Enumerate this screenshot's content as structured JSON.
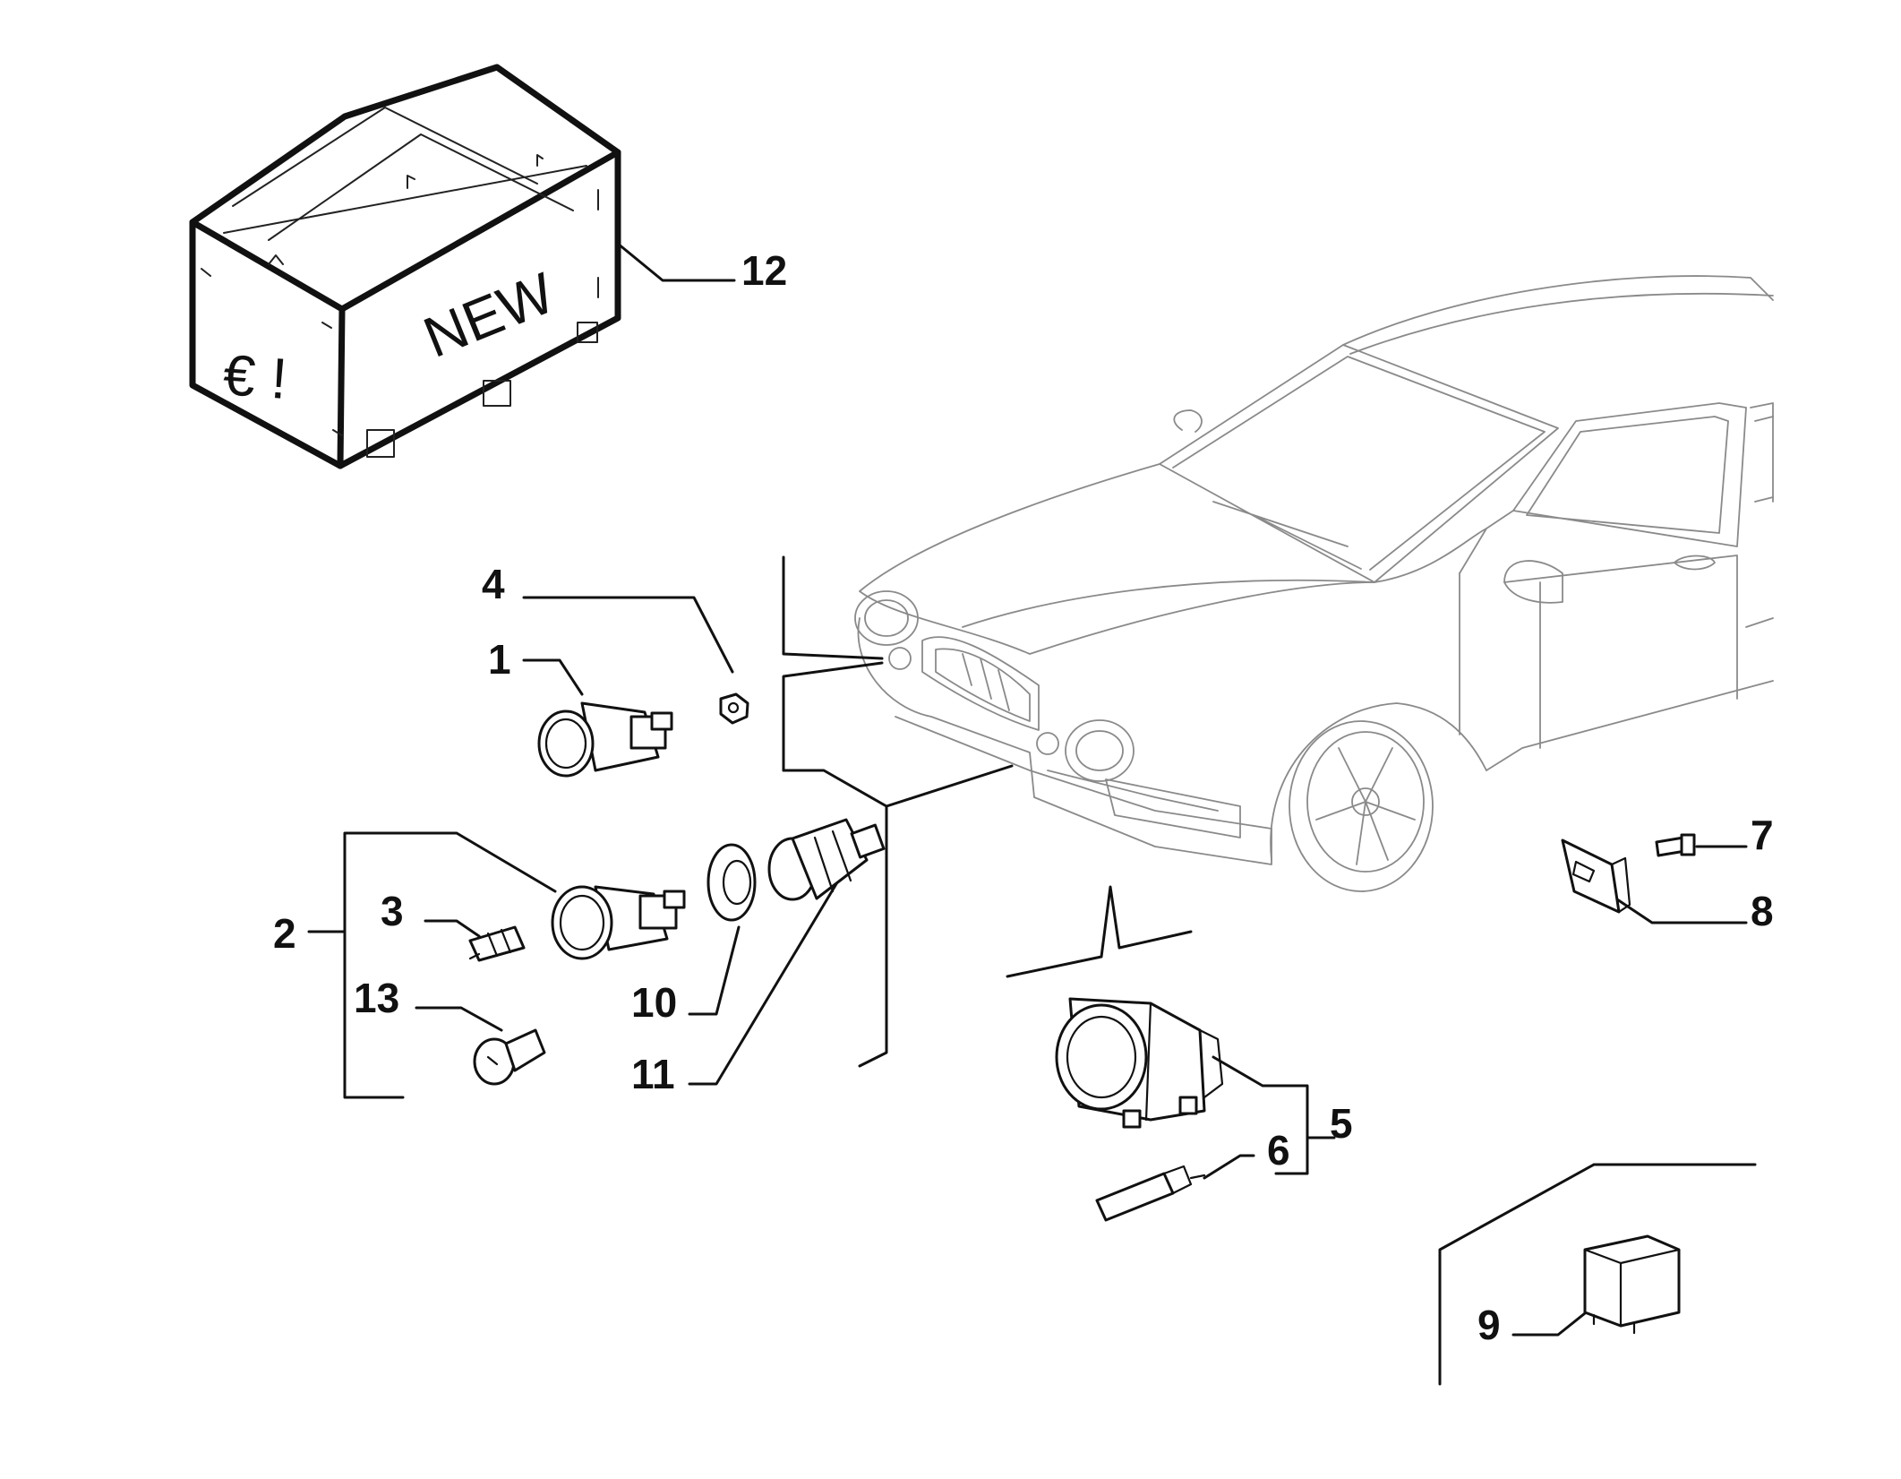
{
  "crate": {
    "label_new": "NEW",
    "label_euro": "€ !"
  },
  "callouts": {
    "c1": "1",
    "c2": "2",
    "c3": "3",
    "c4": "4",
    "c5": "5",
    "c6": "6",
    "c7": "7",
    "c8": "8",
    "c9": "9",
    "c10": "10",
    "c11": "11",
    "c12": "12",
    "c13": "13"
  }
}
